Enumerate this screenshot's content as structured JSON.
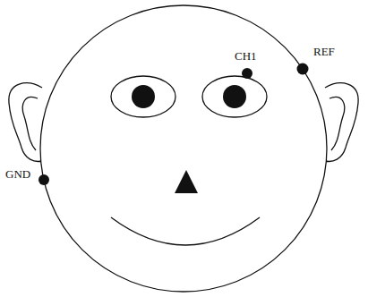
{
  "diagram": {
    "labels": [
      "CH1",
      "REF",
      "GND"
    ]
  }
}
